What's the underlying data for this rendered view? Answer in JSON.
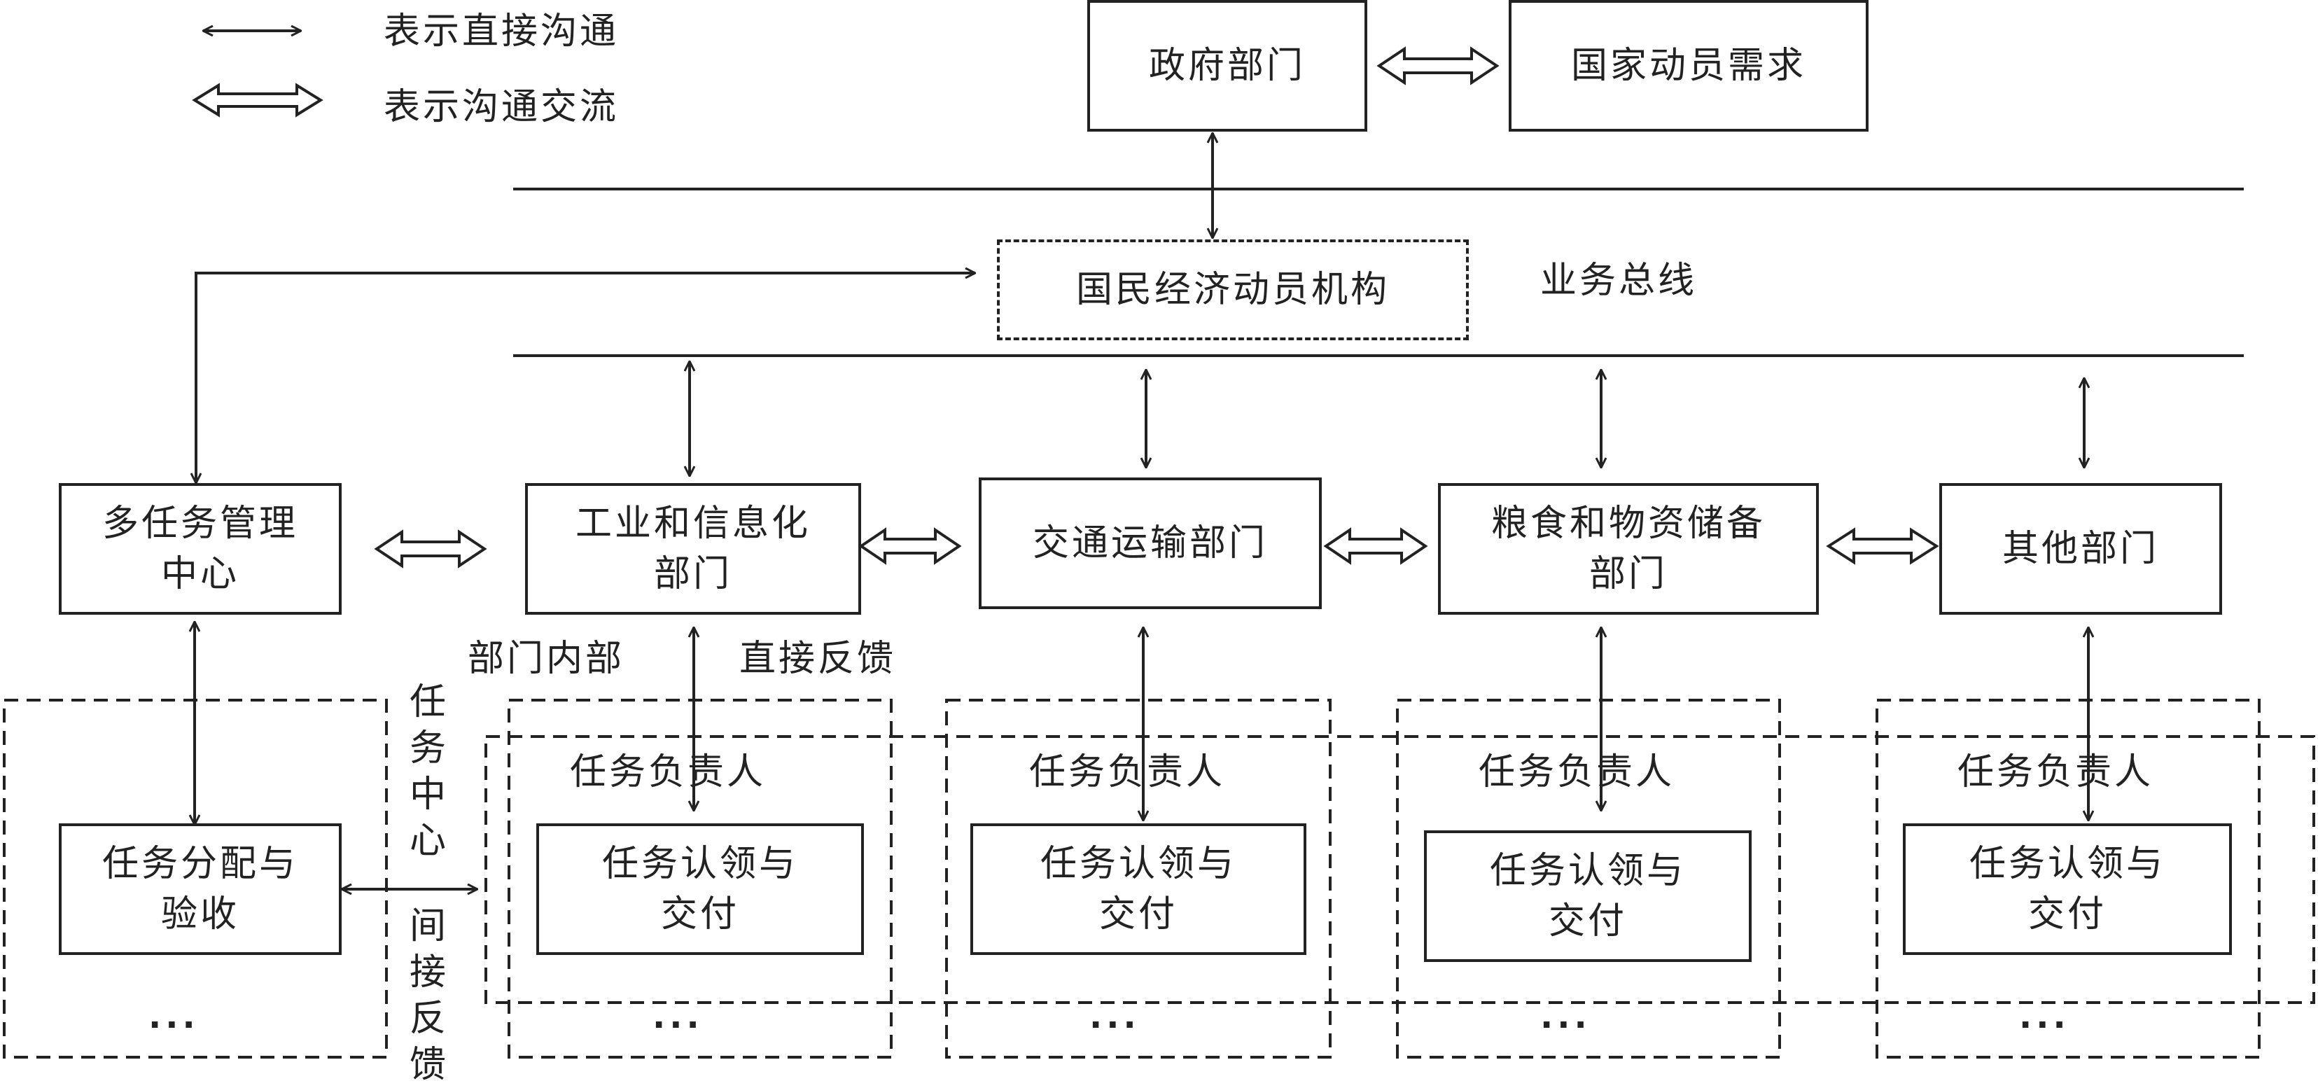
{
  "legend": {
    "direct": "表示直接沟通",
    "exchange": "表示沟通交流"
  },
  "top": {
    "gov": "政府部门",
    "demand": "国家动员需求"
  },
  "bus": {
    "agency": "国民经济动员机构",
    "label": "业务总线"
  },
  "departments": {
    "multitask": "多任务管理\n中心",
    "industry": "工业和信息化\n部门",
    "transport": "交通运输部门",
    "grain": "粮食和物资储备\n部门",
    "other": "其他部门"
  },
  "notes": {
    "internal": "部门内部",
    "direct_feedback": "直接反馈",
    "task_center": "任务中心",
    "indirect_feedback": "间接反馈"
  },
  "tasks": {
    "assign": "任务分配与\n验收",
    "owner": "任务负责人",
    "claim": "任务认领与\n交付",
    "more": "···"
  }
}
